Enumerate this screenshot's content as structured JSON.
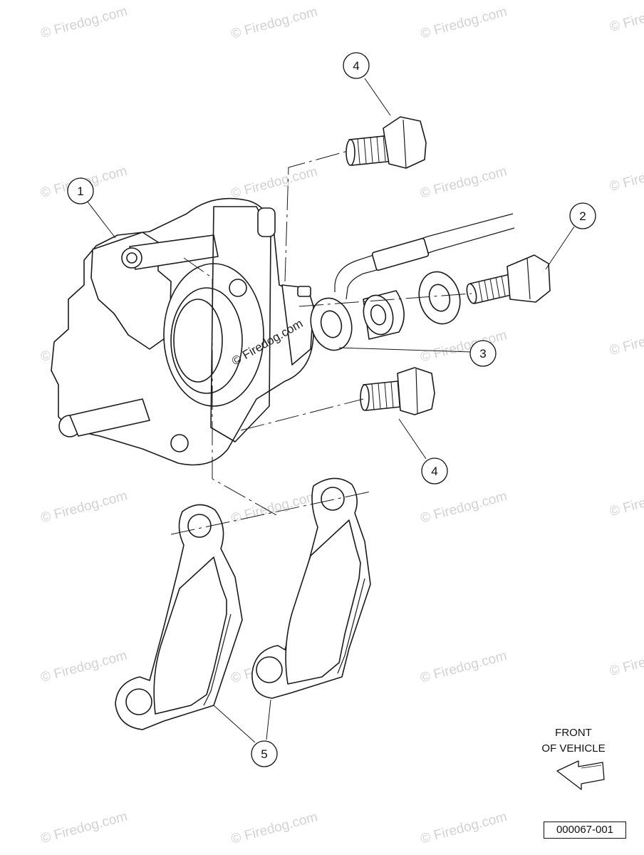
{
  "watermark": {
    "text": "© Firedog.com",
    "edge_text": "© Fire"
  },
  "center_watermark": "© Firedog.com",
  "callouts": [
    {
      "id": "1",
      "label": "1"
    },
    {
      "id": "2",
      "label": "2"
    },
    {
      "id": "3",
      "label": "3"
    },
    {
      "id": "4a",
      "label": "4"
    },
    {
      "id": "4b",
      "label": "4"
    },
    {
      "id": "5",
      "label": "5"
    }
  ],
  "front_indicator": {
    "line1": "FRONT",
    "line2": "OF VEHICLE",
    "icon": "arrow-left-outline-icon"
  },
  "document_code": "000067-001"
}
